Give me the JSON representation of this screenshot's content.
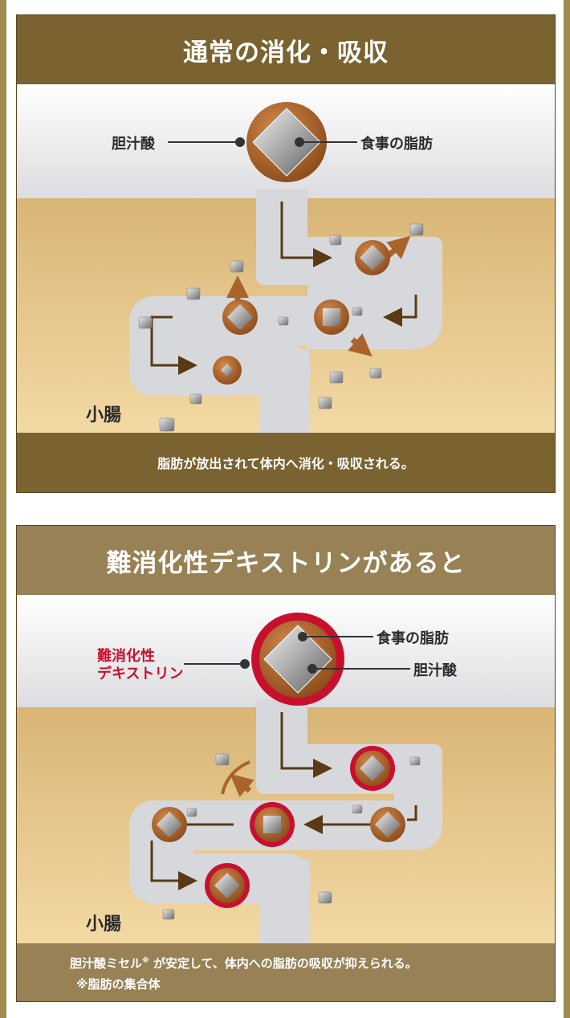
{
  "panel1": {
    "title": "通常の消化・吸収",
    "label_bile": "胆汁酸",
    "label_fat": "食事の脂肪",
    "label_intestine": "小腸",
    "caption": "脂肪が放出されて体内へ消化・吸収される。"
  },
  "panel2": {
    "title": "難消化性デキストリンがあると",
    "label_fat": "食事の脂肪",
    "label_bile": "胆汁酸",
    "label_dextrin_line1": "難消化性",
    "label_dextrin_line2": "デキストリン",
    "label_intestine": "小腸",
    "caption_line1": "胆汁酸ミセル",
    "caption_mark": "※",
    "caption_line1_rest": " が安定して、体内への脂肪の吸収が抑えられる。",
    "caption_line2": "※脂肪の集合体"
  },
  "colors": {
    "header_normal": "#7a6331",
    "header_dextrin": "#978155",
    "bile_brown": "#b0672a",
    "dextrin_red": "#c8102e",
    "arrow_brown": "#5a3a14",
    "arrow_orange": "#a8642a",
    "sand": "#e6c48c"
  }
}
